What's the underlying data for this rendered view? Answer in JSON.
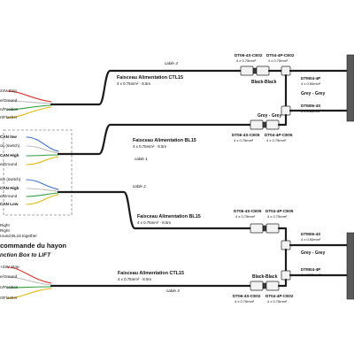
{
  "top": {
    "cable_tag": "cable 4",
    "harness_title": "Faisceau Alimentation CTL15",
    "harness_spec": "4 x 0.75mm² · 8.5m",
    "conn_a_name": "DT06-4S-CE02",
    "conn_a_spec": "4 x 0.75mm²",
    "conn_b_name": "DT04-4P-CE02",
    "conn_b_spec": "4 x 0.75mm²",
    "pair_label": "Black-Black",
    "dtm_name": "DTM04-4P",
    "dtm_spec": "4 x 0.50mm²",
    "grey_label": "Grey - Grey",
    "dtm2_name": "DTM06-4S",
    "dtm2_spec": "4 x 0.50mm²",
    "wires": [
      "24V Stop",
      "e/Ground",
      "n/Position",
      "rt/Flasher"
    ]
  },
  "mid_a": {
    "pair_label": "Grey - Grey",
    "conn_a_name": "DT06-4S-CE05",
    "conn_a_spec": "4 x 0.75mm²",
    "conn_b_name": "DT04-4P-CE05",
    "conn_b_spec": "4 x 0.75mm²",
    "harness_title": "Faisceau Alimentation BL15",
    "harness_spec": "4 x 0.75mm² · 8.5m",
    "cable_tag": "cable 1",
    "wires": [
      "CAN low",
      "on (switch)",
      "CAN High",
      "e/Ground"
    ]
  },
  "mid_b": {
    "cable_tag": "cable 2",
    "wires": [
      "ion (switch)",
      "CAN High",
      "e/Ground",
      "CAN Low"
    ],
    "harness_title": "Faisceau Alimentation BL15",
    "harness_spec": "4 x 0.75mm² · 8.5m",
    "conn_a_name": "DT06-4S-CE05",
    "conn_a_spec": "4 x 0.75mm²",
    "conn_b_name": "DT04-4P-CE05",
    "conn_b_spec": "4 x 0.75mm²",
    "grey_label": "Grey - Grey",
    "dtm_name": "DTM06-4S",
    "dtm_spec": "4 x 0.50mm²",
    "dtm2_name": "DTM04-4P",
    "dtm2_spec": "4 x 0.50mm²"
  },
  "notes": {
    "lines": [
      "Right",
      "Right",
      "round BL15 together"
    ],
    "heading": "commande du hayon",
    "subheading": "nction Box to LIFT"
  },
  "bottom": {
    "wires": [
      "+24V Stop",
      "e/Ground",
      "n/Position",
      "rt/Flasher"
    ],
    "harness_title": "Faisceau Alimentation CTL15",
    "harness_spec": "4 x 0.75mm² · 8.5m",
    "cable_tag": "cable 3",
    "pair_label": "Black-Black",
    "conn_a_name": "DT06-4S-CE02",
    "conn_a_spec": "4 x 0.75mm²",
    "conn_b_name": "DT04-4P-CE02",
    "conn_b_spec": "4 x 0.75mm²"
  },
  "colors": {
    "wire_red": "#d9342b",
    "wire_white": "#bdbdbd",
    "wire_green": "#2f9e3f",
    "wire_yellow": "#e2b80f",
    "wire_blue": "#3b6fd1",
    "wire_black": "#1c1c1c"
  }
}
